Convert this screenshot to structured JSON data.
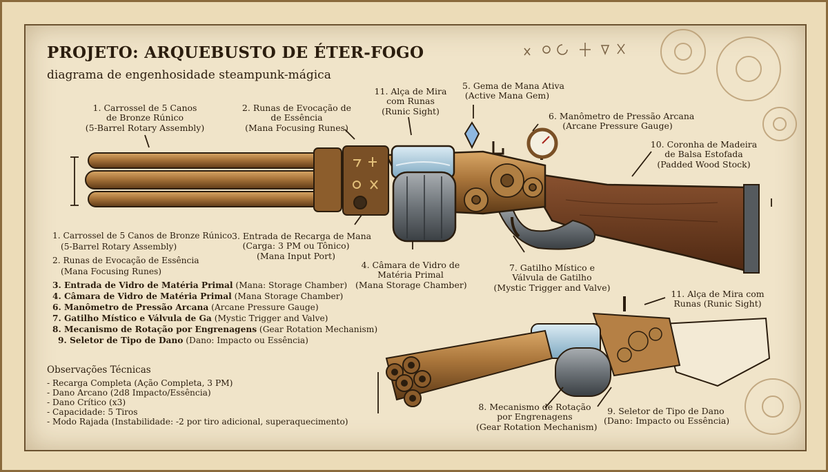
{
  "title": "PROJETO: ARQUEBUSTO DE ÉTER-FOGO",
  "subtitle": "diagrama de engenhosidade steampunk-mágica",
  "callouts": [
    {
      "id": "c1",
      "lines": [
        "1. Carrossel de 5 Canos",
        "de Bronze Rúnico",
        "(5-Barrel Rotary Assembly)"
      ]
    },
    {
      "id": "c2",
      "lines": [
        "2. Runas de Evocação de",
        "de Essência",
        "(Mana Focusing Runes)"
      ]
    },
    {
      "id": "c11",
      "lines": [
        "11. Alça de Mira",
        "com Runas",
        "(Runic Sight)"
      ]
    },
    {
      "id": "c5",
      "lines": [
        "5. Gema de Mana Ativa",
        "(Active Mana Gem)"
      ]
    },
    {
      "id": "c6",
      "lines": [
        "6. Manômetro de Pressão Arcana",
        "(Arcane Pressure Gauge)"
      ]
    },
    {
      "id": "c10",
      "lines": [
        "10. Coronha de Madeira",
        "de Balsa Estofada",
        "(Padded Wood Stock)"
      ]
    },
    {
      "id": "c3",
      "lines": [
        "3. Entrada de Recarga de Mana",
        "(Carga: 3 PM ou Tônico)",
        "(Mana Input Port)"
      ]
    },
    {
      "id": "c4",
      "lines": [
        "4. Câmara de Vidro de",
        "Matéria Primal",
        "(Mana Storage Chamber)"
      ]
    },
    {
      "id": "c7",
      "lines": [
        "7. Gatilho Místico e",
        "Válvula de Gatilho",
        "(Mystic Trigger and Valve)"
      ]
    },
    {
      "id": "c11b",
      "lines": [
        "11. Alça de Mira com",
        "Runas (Runic Sight)"
      ]
    },
    {
      "id": "c8",
      "lines": [
        "8. Mecanismo de Rotação",
        "por Engrenagens",
        "(Gear Rotation Mechanism)"
      ]
    },
    {
      "id": "c9",
      "lines": [
        "9. Seletor de Tipo de Dano",
        "(Dano: Impacto ou Essência)"
      ]
    }
  ],
  "legend": {
    "l1": "1. Carrossel de 5 Canos de Bronze Rúnico",
    "l1s": "(5-Barrel Rotary Assembly)",
    "l2": "2. Runas de Evocação de Essência",
    "l2s": "(Mana Focusing Runes)",
    "l3b": "3. Entrada de Vidro de Matéria Primal",
    "l3r": " (Mana: Storage Chamber)",
    "l4b": "4. Câmara de Vidro de Matéria Primal",
    "l4r": " (Mana Storage Chamber)",
    "l6b": "6. Manômetro de Pressão Arcana",
    "l6r": " (Arcane Pressure Gauge)",
    "l7b": "7. Gatilho Místico e Válvula de Ga",
    "l7r": " (Mystic Trigger and Valve)",
    "l8b": "8. Mecanismo de Rotação por Engrenagens",
    "l8r": " (Gear Rotation Mechanism)",
    "l9b": "9. Seletor de Tipo de Dano",
    "l9r": " (Dano: Impacto ou Essência)"
  },
  "observations": {
    "heading": "Observações Técnicas",
    "items": [
      "- Recarga Completa (Ação Completa, 3 PM)",
      "- Dano Arcano (2d8 Impacto/Essência)",
      "- Dano Crítico (x3)",
      "- Capacidade: 5 Tiros",
      "- Modo Rajada (Instabilidade: -2 por tiro adicional, superaquecimento)"
    ]
  },
  "colors": {
    "paper": "#f0e4c9",
    "ink": "#2b1d0e",
    "bronze": "#a8743a",
    "wood": "#6a3a1e",
    "steel": "#6d7378",
    "glass": "#9fc4d8",
    "gem": "#8fb8e0"
  }
}
